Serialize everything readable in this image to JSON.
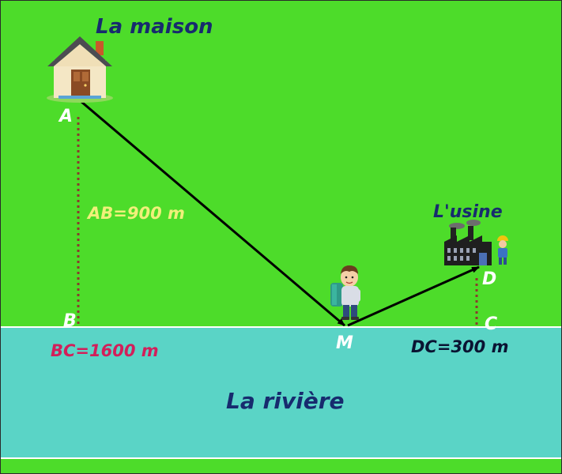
{
  "labels": {
    "house": "La maison",
    "factory": "L'usine",
    "river": "La rivière"
  },
  "points": {
    "a": "A",
    "b": "B",
    "c": "C",
    "d": "D",
    "m": "M"
  },
  "measures": {
    "ab": "AB=900 m",
    "bc": "BC=1600 m",
    "dc": "DC=300 m"
  },
  "colors": {
    "field": "#4ddc2a",
    "river": "#5ad4c6",
    "title_text": "#172b6e",
    "ab_text": "#f0f07a",
    "bc_text": "#d21f5a",
    "dc_text": "#0a1432",
    "point_text": "#ffffff",
    "dotted_line": "#8b3b2e",
    "path_line": "#000000"
  },
  "icons": {
    "house": "house-icon",
    "factory": "factory-icon",
    "worker": "worker-icon",
    "hiker": "hiker-icon"
  }
}
